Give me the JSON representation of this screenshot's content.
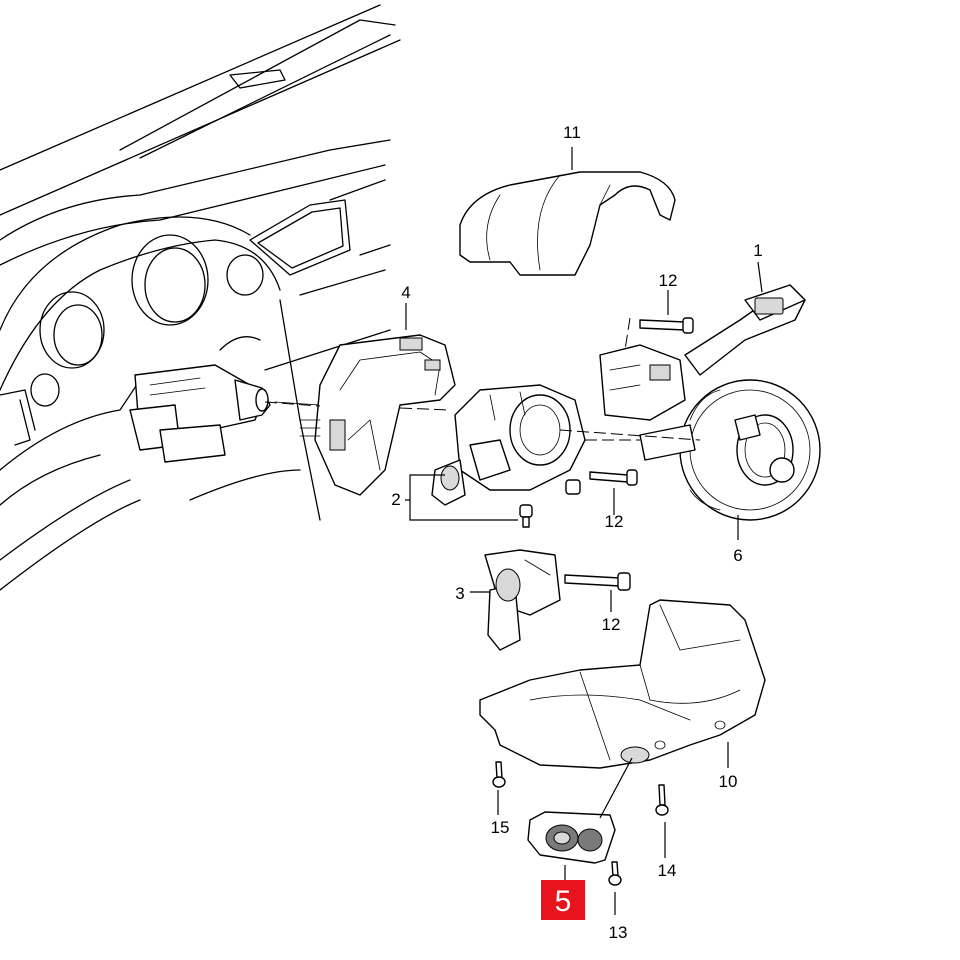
{
  "callouts": {
    "c1": "1",
    "c2": "2",
    "c3": "3",
    "c4": "4",
    "c5": "5",
    "c6": "6",
    "c10": "10",
    "c11": "11",
    "c12a": "12",
    "c12b": "12",
    "c12c": "12",
    "c13": "13",
    "c14": "14",
    "c15": "15"
  },
  "highlight_color": "#e8131d"
}
